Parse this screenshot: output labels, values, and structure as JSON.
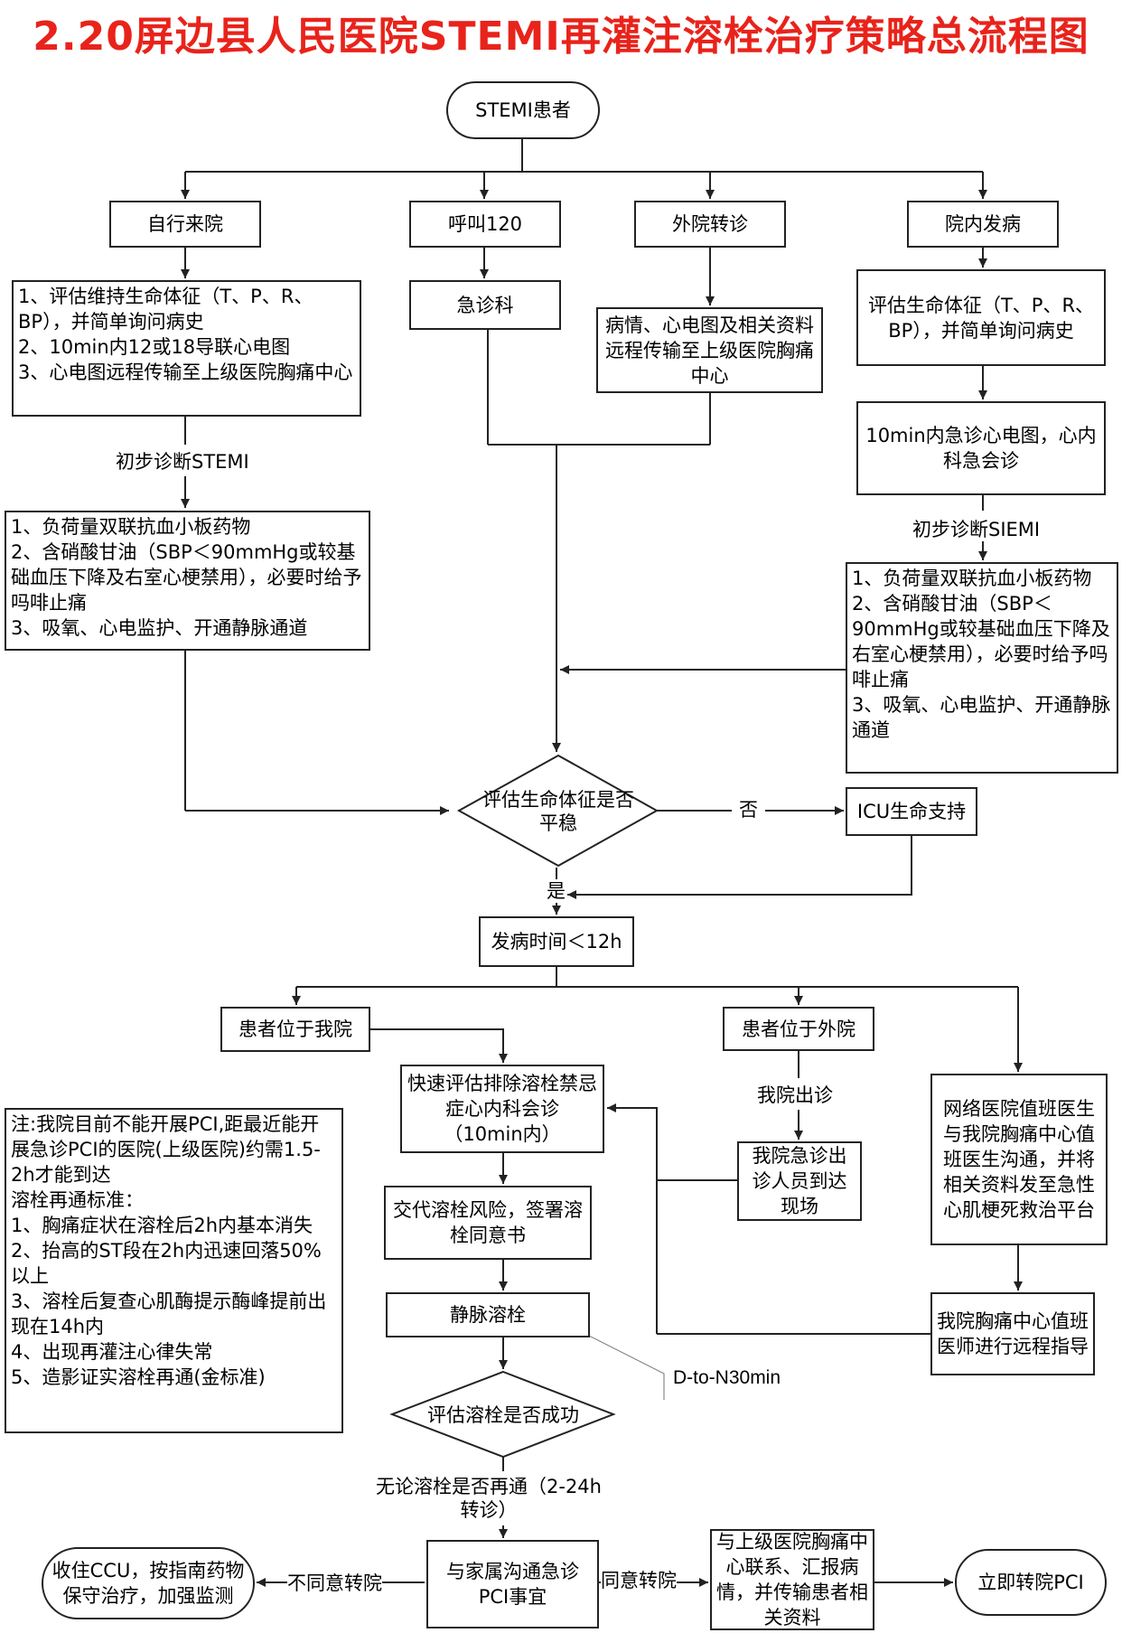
{
  "title": "2.20屏边县人民医院STEMI再灌注溶栓治疗策略总流程图",
  "nodes": {
    "start": "STEMI患者",
    "self_arrival": "自行来院",
    "call_120": "呼叫120",
    "transfer_in": "外院转诊",
    "in_hospital": "院内发病",
    "self_steps": [
      "1、评估维持生命体征（T、P、R、BP），并简单询问病史",
      "2、10min内12或18导联心电图",
      "3、心电图远程传输至上级医院胸痛中心"
    ],
    "emergency_dept": "急诊科",
    "transfer_info": "病情、心电图及相关资料远程传输至上级医院胸痛中心",
    "inhosp_assess": "评估生命体征（T、P、R、BP），并简单询问病史",
    "inhosp_ecg": "10min内急诊心电图，心内科急会诊",
    "left_treat": [
      "1、负荷量双联抗血小板药物",
      "2、含硝酸甘油（SBP＜90mmHg或较基础血压下降及右室心梗禁用），必要时给予吗啡止痛",
      "3、吸氧、心电监护、开通静脉通道"
    ],
    "right_treat": [
      "1、负荷量双联抗血小板药物",
      "2、含硝酸甘油（SBP＜90mmHg或较基础血压下降及右室心梗禁用），必要时给予吗啡止痛",
      "3、吸氧、心电监护、开通静脉通道"
    ],
    "assess_vitals": "评估生命体征是否平稳",
    "icu": "ICU生命支持",
    "onset_time": "发病时间＜12h",
    "patient_here": "患者位于我院",
    "patient_other": "患者位于外院",
    "quick_assess": "快速评估排除溶栓禁忌症心内科会诊（10min内）",
    "inform_risk": "交代溶栓风险，签署溶栓同意书",
    "iv_thrombolysis": "静脉溶栓",
    "assess_success": "评估溶栓是否成功",
    "family_talk": "与家属沟通急诊PCI事宜",
    "contact_upper": "与上级医院胸痛中心联系、汇报病情，并传输患者相关资料",
    "transfer_pci": "立即转院PCI",
    "ccu": "收住CCU，按指南药物保守治疗，加强监测",
    "our_staff": "我院急诊出诊人员到达现场",
    "network_doctor": "网络医院值班医生与我院胸痛中心值班医生沟通，并将相关资料发至急性心肌梗死救治平台",
    "remote_guide": "我院胸痛中心值班医师进行远程指导"
  },
  "labels": {
    "prelim_left": "初步诊断STEMI",
    "prelim_right": "初步诊断SIEMI",
    "no": "否",
    "yes": "是",
    "go_out": "我院出诊",
    "d_to_n": "D-to-N30min",
    "regardless": [
      "无论溶栓是否再通（2-24h",
      "转诊）"
    ],
    "agree": "同意转院",
    "disagree": "不同意转院"
  },
  "note": [
    "注:我院目前不能开展PCI,距最近能开展急诊PCI的医院(上级医院)约需1.5-2h才能到达",
    "溶栓再通标准：",
    "1、胸痛症状在溶栓后2h内基本消失",
    "2、抬高的ST段在2h内迅速回落50%以上",
    "3、溶栓后复查心肌酶提示酶峰提前出现在14h内",
    "4、出现再灌注心律失常",
    "5、造影证实溶栓再通(金标准)"
  ],
  "colors": {
    "title": "#e8231b",
    "line": "#222222",
    "leader": "#888888"
  }
}
